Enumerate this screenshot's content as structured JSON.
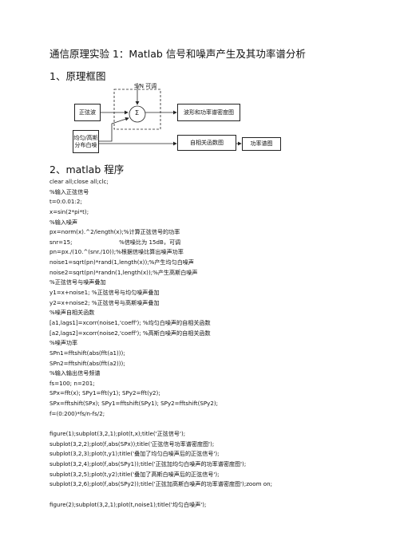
{
  "title": "通信原理实验 1：Matlab 信号和噪声产生及其功率谱分析",
  "section1": "1、原理框图",
  "section2": "2、matlab 程序",
  "diagram": {
    "snr_label": "S/N 可调",
    "sum_symbol": "Σ",
    "box_sine": "正弦波",
    "box_noise_line1": "均匀/高斯",
    "box_noise_line2": "分布白噪",
    "box_wave_psd": "波形和功率谱密度图",
    "box_autocorr": "自相关函数图",
    "box_power_spectrum": "功率谱图"
  },
  "code_lines": [
    "clear all;close all;clc;",
    "%输入正弦信号",
    "t=0:0.01:2;",
    "x=sin(2*pi*t);",
    "%输入噪声",
    "px=norm(x).^2/length(x);%计算正弦信号的功率",
    "snr=15;                          %信噪比为 15dB，可调",
    "pn=px./(10.^(snr./10));%根据信噪比算出噪声功率",
    "noise1=sqrt(pn)*rand(1,length(x));%产生均匀白噪声",
    "noise2=sqrt(pn)*randn(1,length(x));%产生高斯白噪声",
    "%正弦信号与噪声叠加",
    "y1=x+noise1; %正弦信号与均匀噪声叠加",
    "y2=x+noise2; %正弦信号与高斯噪声叠加",
    "%噪声自相关函数",
    "[a1,lags1]=xcorr(noise1,'coeff'); %均匀白噪声的自相关函数",
    "[a2,lags2]=xcorr(noise2,'coeff'); %高斯白噪声的自相关函数",
    "%噪声功率",
    "SPn1=fftshift(abs(fft(a1)));",
    "SPn2=fftshift(abs(fft(a2)));",
    "%输入输出信号频谱",
    "fs=100; n=201;",
    "SPx=fft(x); SPy1=fft(y1); SPy2=fft(y2);",
    "SPx=fftshift(SPx); SPy1=fftshift(SPy1); SPy2=fftshift(SPy2);",
    "f=(0:200)*fs/n-fs/2;",
    "",
    "figure(1);subplot(3,2,1);plot(t,x);title('正弦信号');",
    "subplot(3,2,2);plot(f,abs(SPx));title('正弦信号功率谱密度图');",
    "subplot(3,2,3);plot(t,y1);title('叠加了均匀白噪声后的正弦信号');",
    "subplot(3,2,4);plot(f,abs(SPy1));title('正弦加均匀白噪声的功率谱密度图');",
    "subplot(3,2,5);plot(t,y2);title('叠加了高斯白噪声后的正弦信号');",
    "subplot(3,2,6);plot(f,abs(SPy2));title('正弦加高斯白噪声的功率谱密度图');zoom on;",
    "",
    "figure(2);subplot(3,2,1);plot(t,noise1);title('均匀白噪声');"
  ]
}
